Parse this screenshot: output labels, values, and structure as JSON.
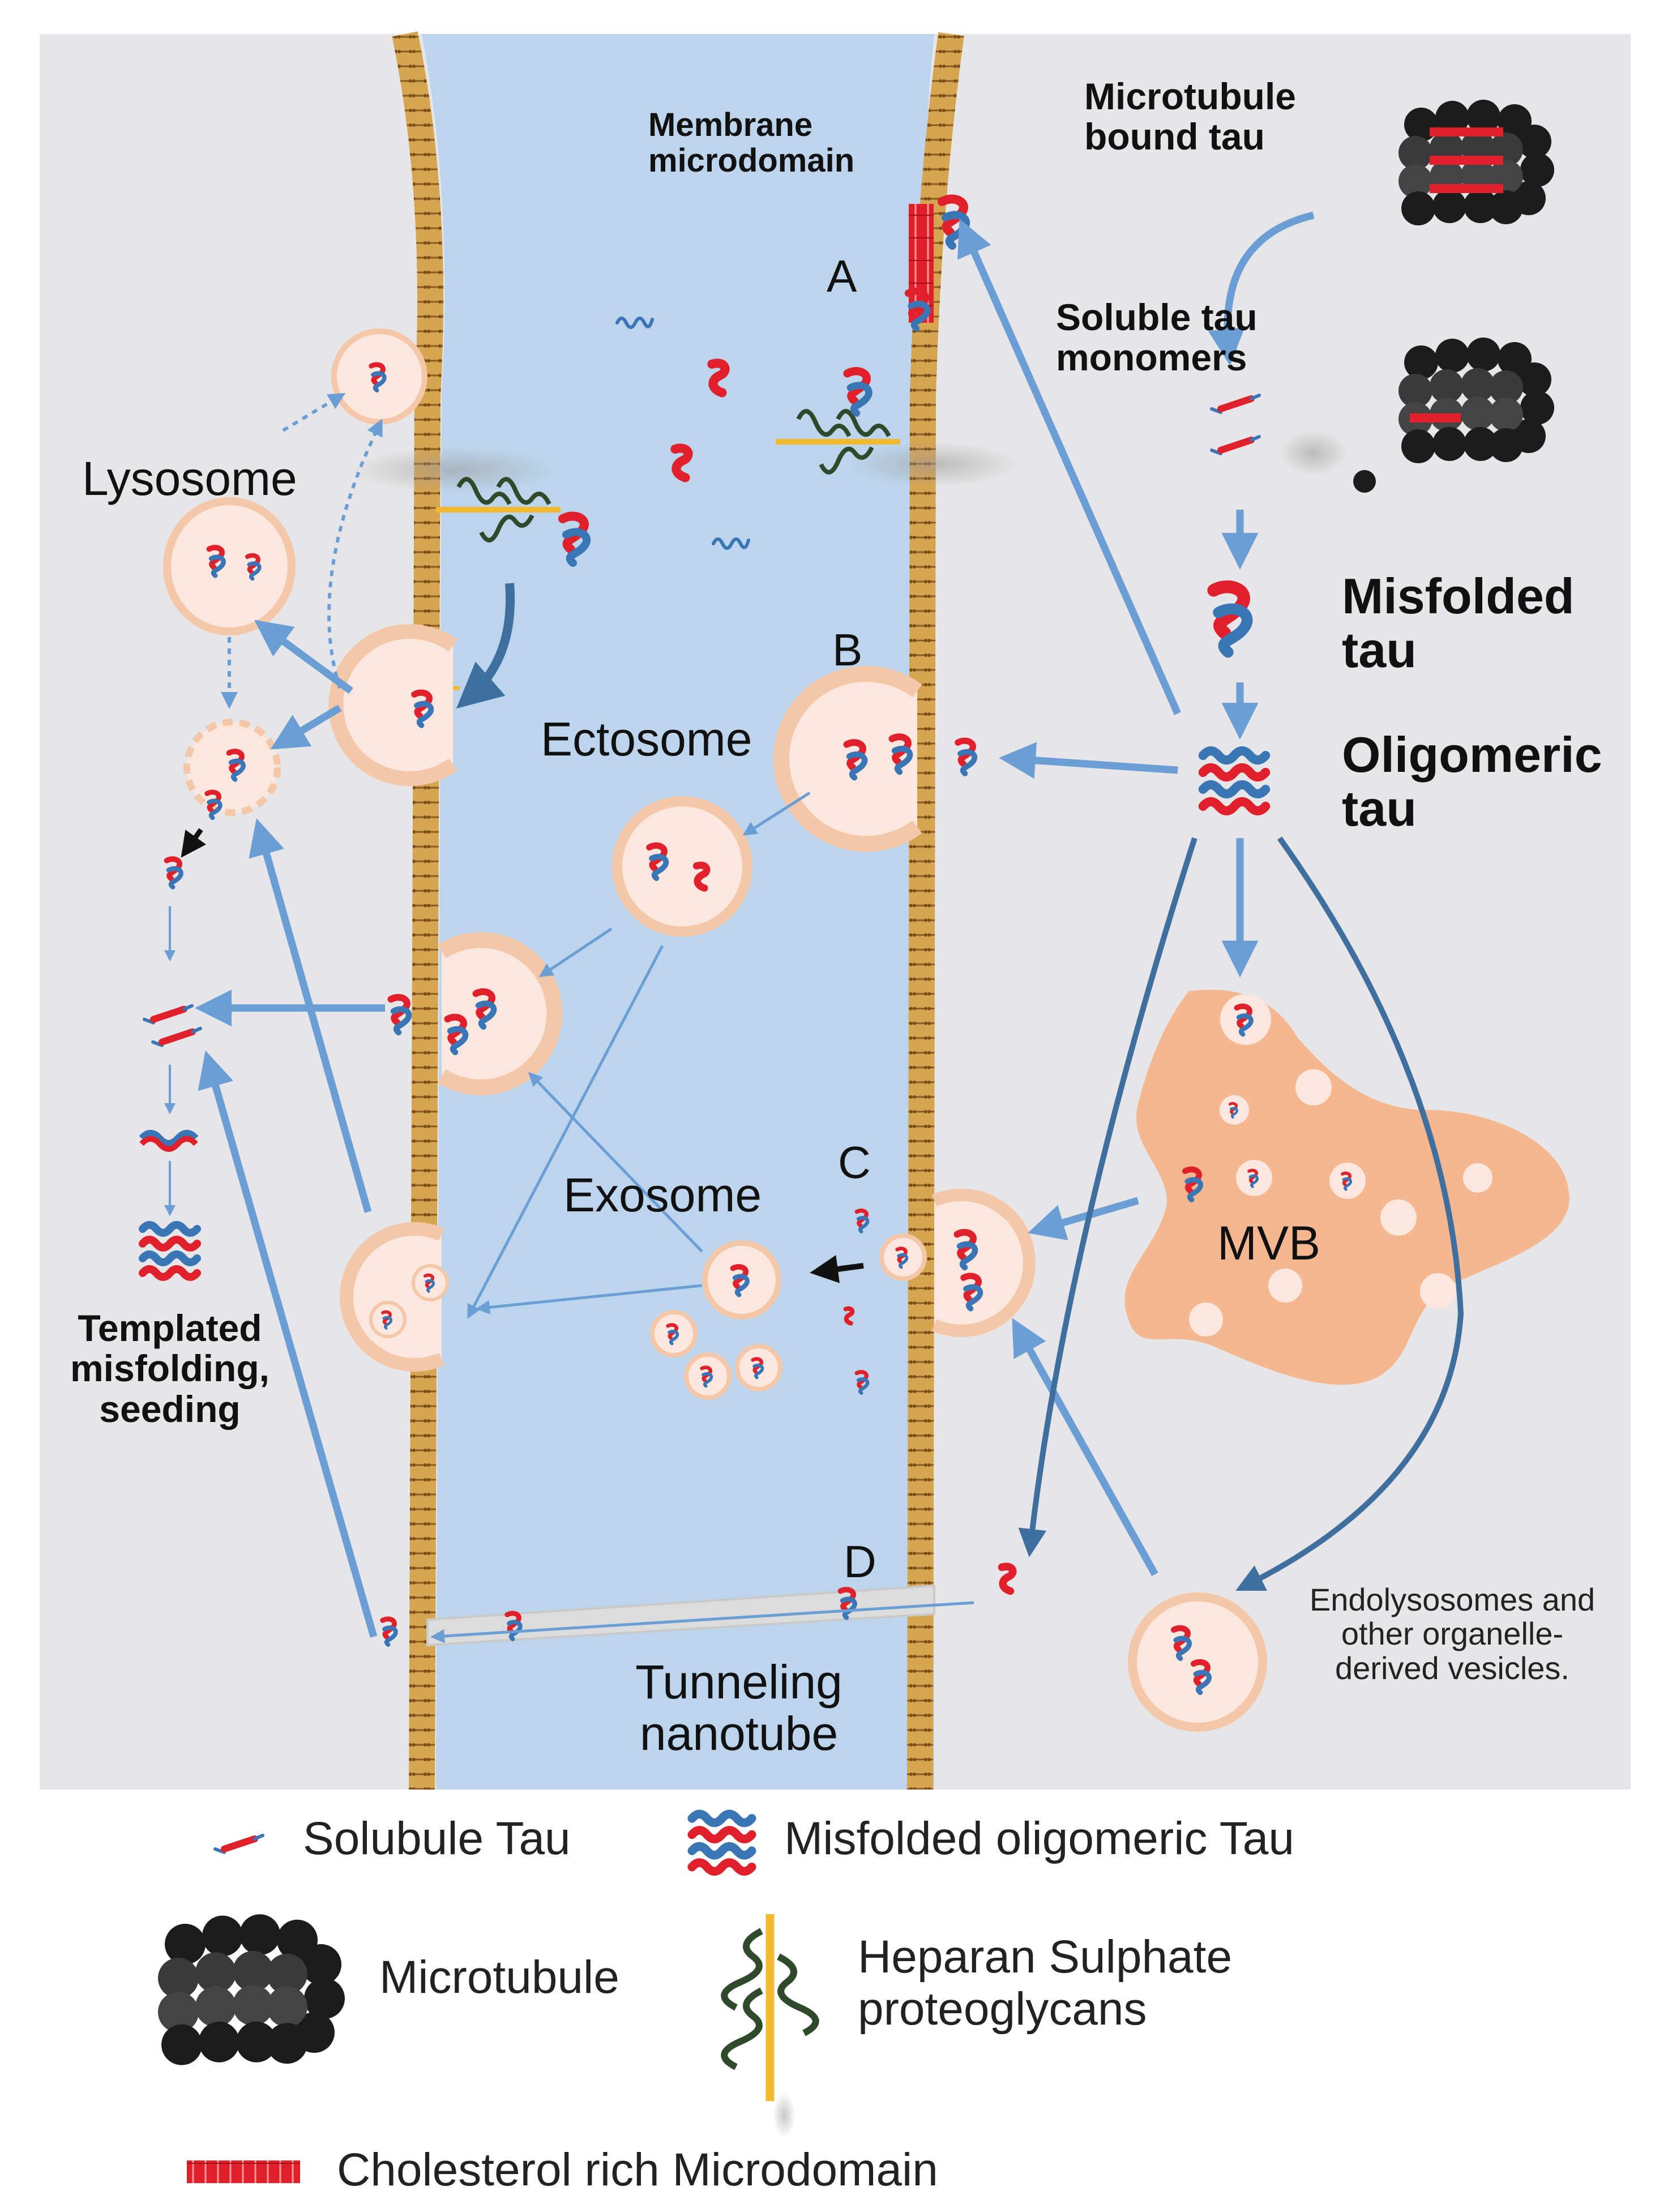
{
  "labels": {
    "membrane_microdomain": [
      "Membrane",
      "microdomain"
    ],
    "microtubule_bound_tau": [
      "Microtubule",
      "bound tau"
    ],
    "soluble_tau_monomers": [
      "Soluble tau",
      "monomers"
    ],
    "misfolded_tau": [
      "Misfolded",
      "tau"
    ],
    "oligomeric_tau": [
      "Oligomeric",
      "tau"
    ],
    "lysosome": "Lysosome",
    "ectosome": "Ectosome",
    "exosome": "Exosome",
    "mvb": "MVB",
    "templated": [
      "Templated",
      "misfolding,",
      "seeding"
    ],
    "endolysosomes": [
      "Endolysosomes and",
      "other organelle-",
      "derived vesicles."
    ],
    "tunneling": [
      "Tunneling",
      "nanotube"
    ],
    "route_a": "A",
    "route_b": "B",
    "route_c": "C",
    "route_d": "D"
  },
  "legend": {
    "soluble_tau": "Solubule Tau",
    "misfolded_oligomeric_tau": "Misfolded oligomeric Tau",
    "microtubule": "Microtubule",
    "heparan": [
      "Heparan Sulphate",
      "proteoglycans"
    ],
    "cholesterol": "Cholesterol rich Microdomain"
  },
  "colors": {
    "panel_background": "#e6e5e7",
    "extracellular_space": "#bcd5ec",
    "membrane": "#d6a552",
    "vesicle_fill": "#fbe7de",
    "vesicle_ring": "#f3c7a8",
    "mvb": "#f4b78f",
    "arrow": "#6a9ed5",
    "arrow_dark": "#3f6f9e",
    "tau_red": "#e0202a",
    "tau_blue": "#3a75b5",
    "hspg_stalk": "#f2b930",
    "hspg_chain": "#2f4a2a",
    "microtubule": "#2c2c2c"
  }
}
